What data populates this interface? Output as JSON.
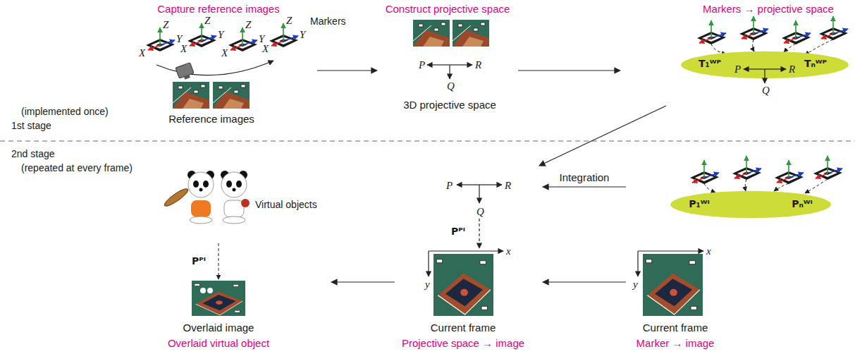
{
  "diagram": {
    "nodes": [
      {
        "text": [
          "Capture reference images",
          "Reference images"
        ]
      },
      {
        "text": [
          "Construct projective space",
          "3D projective space"
        ]
      },
      {
        "text": [
          "Markers → projective space"
        ]
      },
      {
        "text": [
          "T₁ᵂᴾ",
          "Tₙᵂᴾ"
        ],
        "in": 2
      },
      {
        "text": [
          "Overlaid image",
          "Overlaid virtual object"
        ]
      },
      {
        "text": [
          "Current frame",
          "Projective space → image"
        ]
      },
      {
        "text": [
          "Current frame",
          "Marker → image"
        ]
      },
      {
        "text": [
          "P₁ᵂᴵ",
          "Pₙᵂᴵ"
        ],
        "in": 6
      }
    ],
    "edges": [
      {
        "from": 0,
        "to": 1,
        "arrow": "to"
      },
      {
        "from": 1,
        "to": 2,
        "arrow": "to"
      },
      {
        "from": 2,
        "to": 5,
        "arrow": "to"
      },
      {
        "from": 6,
        "to": 5,
        "label": "Integration",
        "arrow": "to"
      },
      {
        "from": 6,
        "to": 5,
        "arrow": "to"
      },
      {
        "from": 5,
        "to": 4,
        "arrow": "to"
      }
    ],
    "labels": [
      "Markers",
      "X",
      "Y",
      "Z",
      "X",
      "Y",
      "Z",
      "X",
      "Y",
      "Z",
      "X",
      "Y",
      "Z",
      "P",
      "Q",
      "R",
      "P",
      "Q",
      "R",
      "(implemented once)",
      "1st stage",
      "2nd stage",
      "(repeated at every frame)",
      "Virtual objects",
      "Pᴾᴵ",
      "P",
      "Q",
      "R",
      "Pᴾᴵ",
      "x",
      "y",
      "x",
      "y"
    ]
  }
}
